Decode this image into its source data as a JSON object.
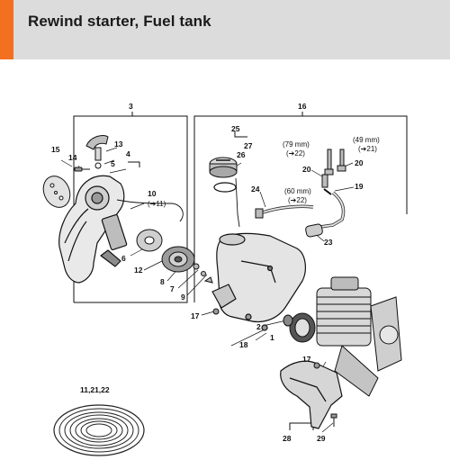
{
  "header": {
    "title": "Rewind starter, Fuel tank",
    "accent_color": "#f37021",
    "background_color": "#dcdcdc"
  },
  "callouts": {
    "c1": "1",
    "c2": "2",
    "c3": "3",
    "c4": "4",
    "c5": "5",
    "c6": "6",
    "c7": "7",
    "c8": "8",
    "c9": "9",
    "c10": "10",
    "c12": "12",
    "c13": "13",
    "c14": "14",
    "c15": "15",
    "c16": "16",
    "c17a": "17",
    "c17b": "17",
    "c18": "18",
    "c19": "19",
    "c20a": "20",
    "c20b": "20",
    "c23": "23",
    "c24": "24",
    "c25": "25",
    "c26": "26",
    "c27": "27",
    "c28": "28",
    "c29": "29",
    "c_spring": "11,21,22"
  },
  "notes": {
    "rope_length": "10",
    "rope_ref": "(➔11)",
    "hose_79": "(79 mm)",
    "hose_79_ref": "(➔22)",
    "hose_49": "(49 mm)",
    "hose_49_ref": "(➔21)",
    "hose_60": "(60 mm)",
    "hose_60_ref": "(➔22)"
  }
}
